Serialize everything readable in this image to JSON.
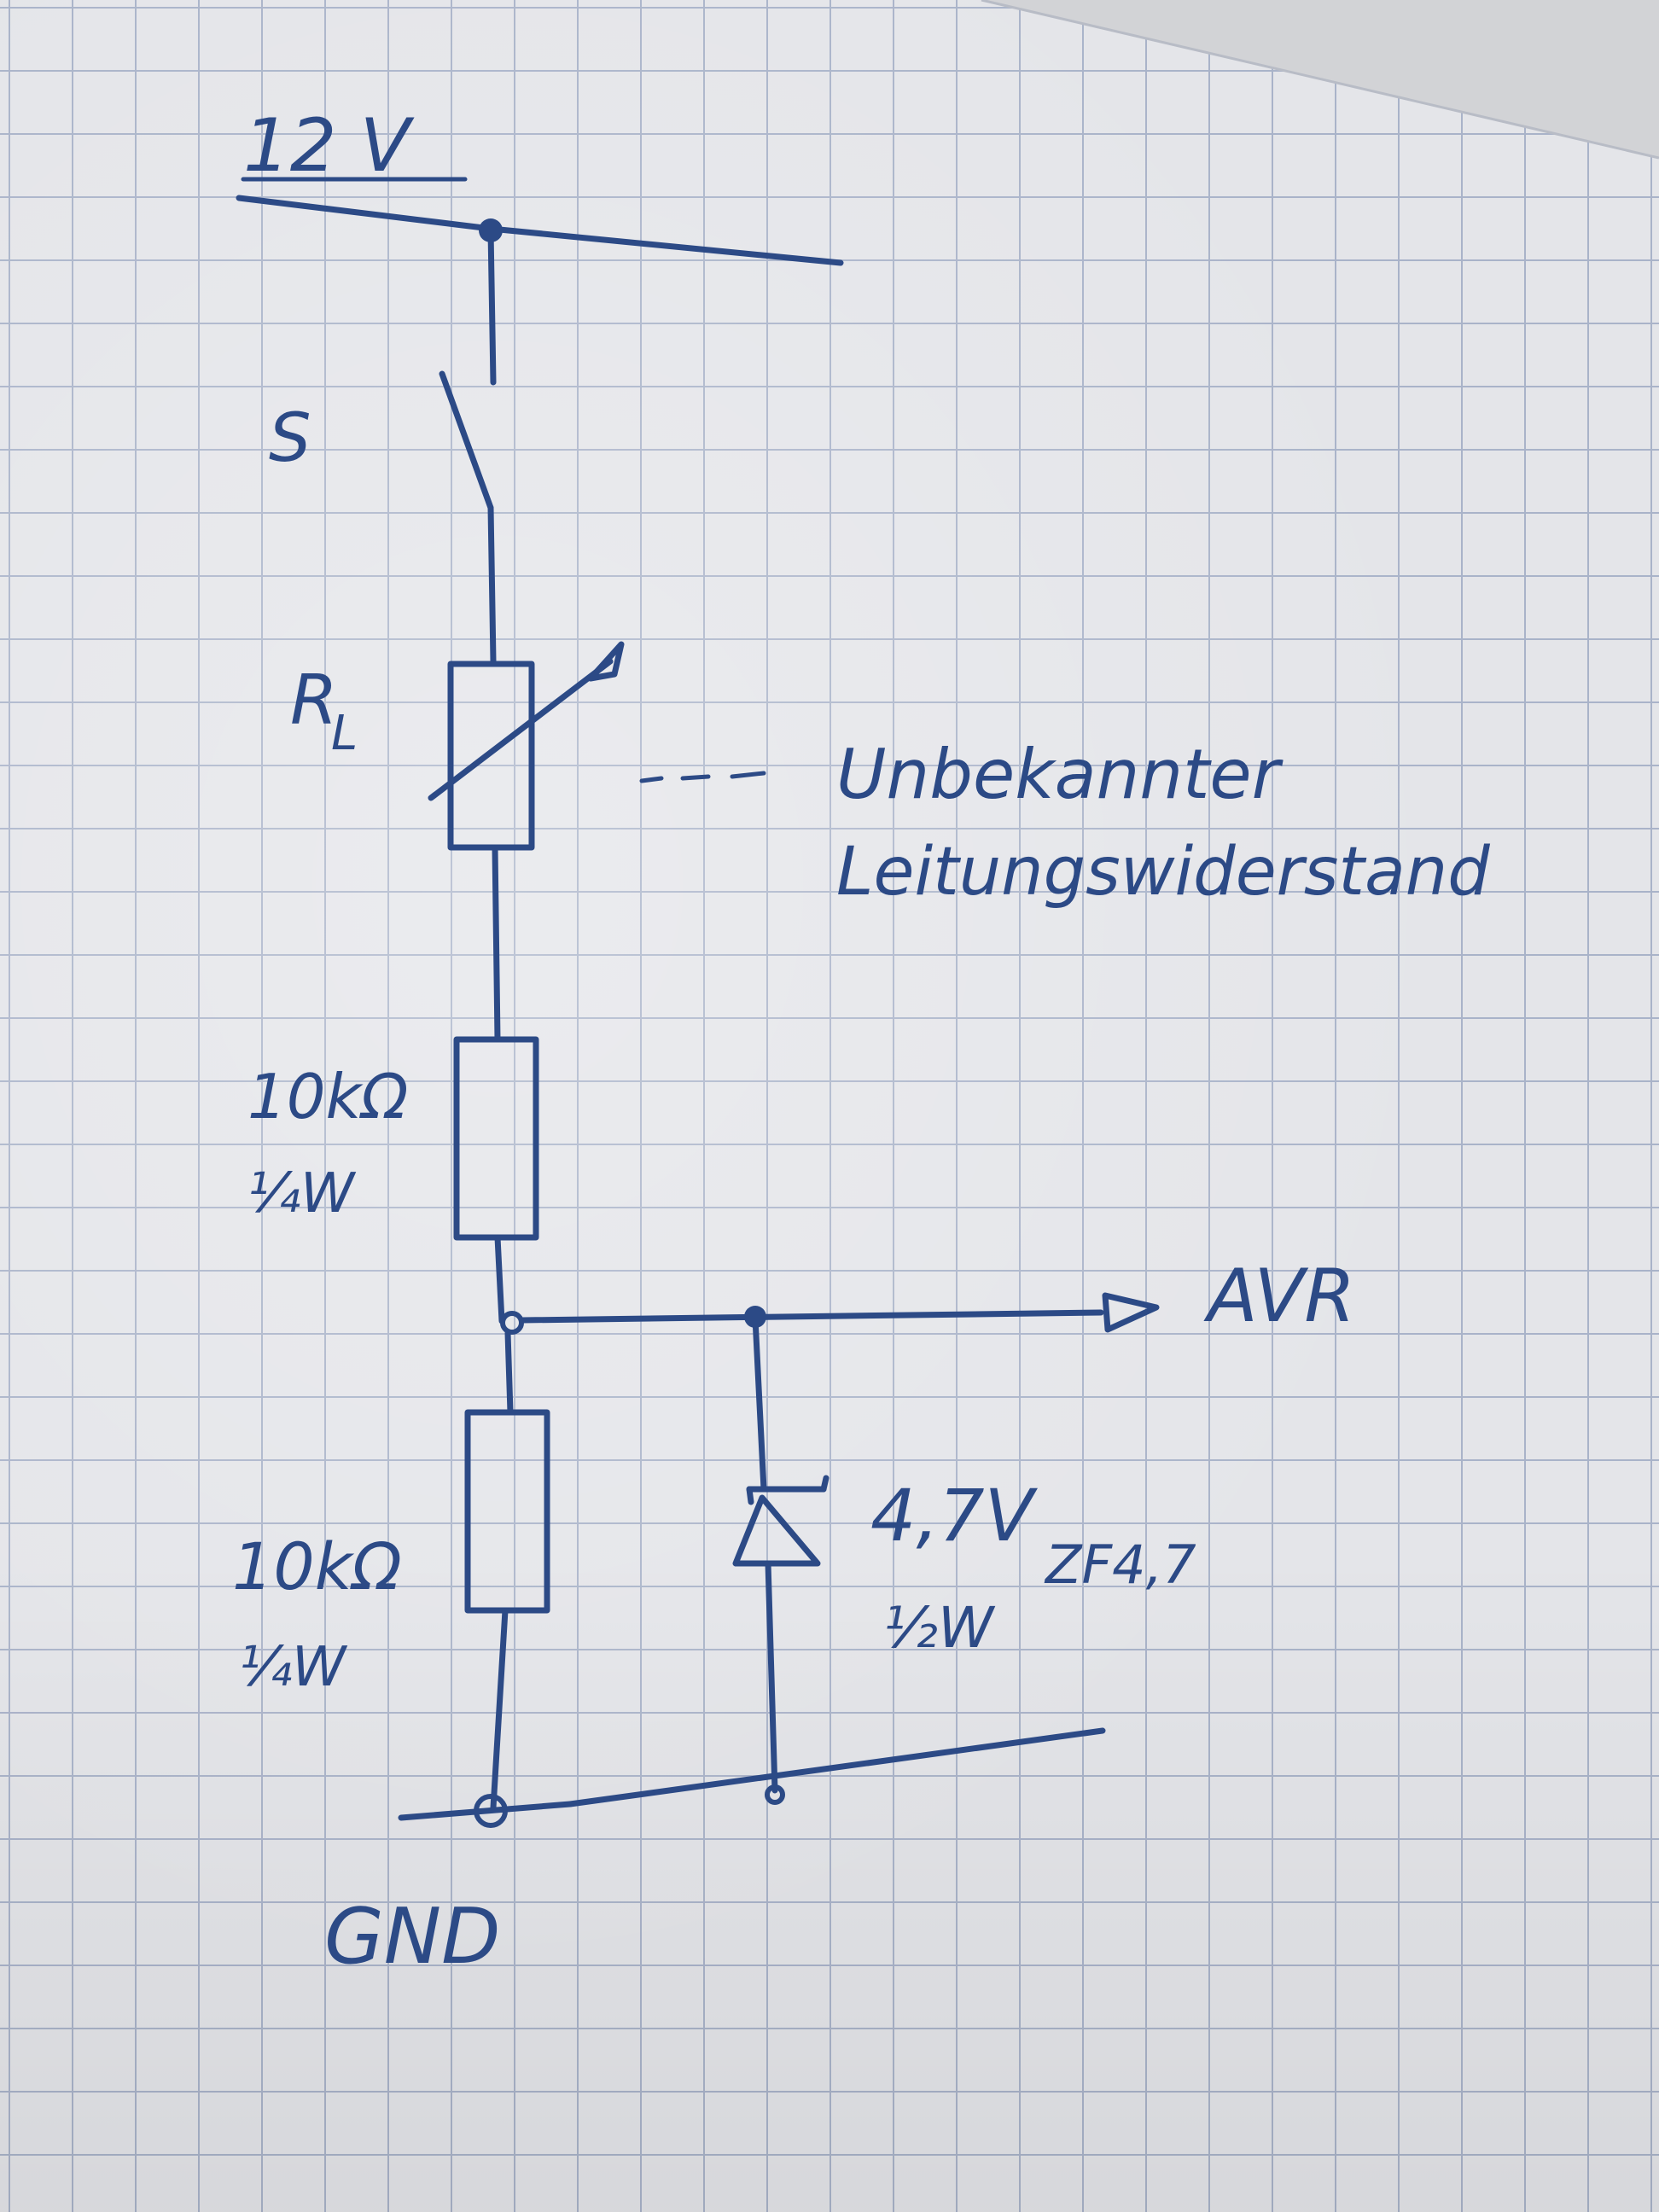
{
  "labels": {
    "supply": "12 V",
    "switch": "S",
    "line_resistor": "R",
    "line_resistor_sub": "L",
    "line_resistor_note_1": "Unbekannter",
    "line_resistor_note_2": "Leitungswiderstand",
    "r1_value": "10kΩ",
    "r1_power": "¼W",
    "r2_value": "10kΩ",
    "r2_power": "¼W",
    "output": "AVR",
    "zener_voltage": "4,7V",
    "zener_power": "½W",
    "zener_part": "ZF4,7",
    "ground": "GND"
  },
  "colors": {
    "ink": "#2c4a86",
    "paper": "#e4e5e9",
    "grid": "#a9b3c9"
  }
}
